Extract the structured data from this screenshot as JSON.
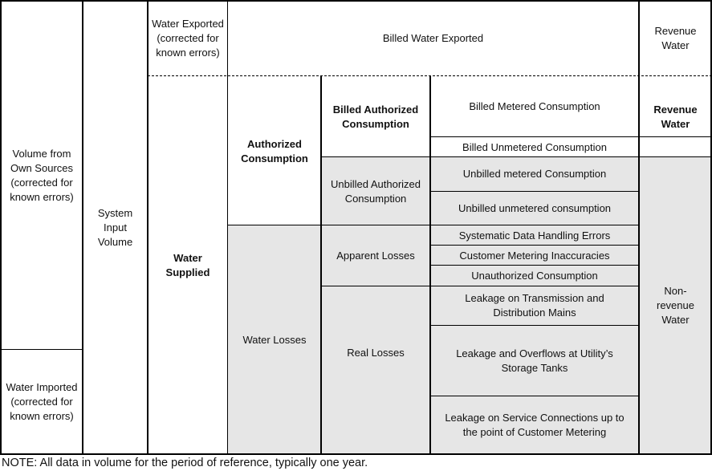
{
  "col1": {
    "own_sources": "Volume from Own Sources (corrected for known errors)",
    "imported": "Water Imported (corrected for known errors)"
  },
  "col2": {
    "system_input": "System Input Volume"
  },
  "col3": {
    "exported": "Water Exported (corrected for known errors)",
    "supplied": "Water Supplied"
  },
  "billed_exported": "Billed Water Exported",
  "col4": {
    "authorized": "Authorized Consumption",
    "losses": "Water Losses"
  },
  "col5": {
    "billed_authorized": "Billed Authorized Consumption",
    "unbilled_authorized": "Unbilled Authorized Consumption",
    "apparent_losses": "Apparent Losses",
    "real_losses": "Real Losses"
  },
  "col6": {
    "billed_metered": "Billed Metered Consumption",
    "billed_unmetered": "Billed Unmetered Consumption",
    "unbilled_metered": "Unbilled metered Consumption",
    "unbilled_unmetered": "Unbilled unmetered consumption",
    "systematic_errors": "Systematic Data Handling Errors",
    "metering_inaccuracies": "Customer Metering Inaccuracies",
    "unauthorized": "Unauthorized Consumption",
    "leak_mains": "Leakage on Transmission and Distribution Mains",
    "leak_storage": "Leakage and Overflows at Utility’s Storage Tanks",
    "leak_service": "Leakage on Service Connections up to the point of Customer Metering"
  },
  "col7": {
    "revenue_top": "Revenue Water",
    "revenue": "Revenue Water",
    "non_revenue": "Non-revenue Water"
  },
  "note": "NOTE: All data in volume for the period of reference, typically one year.",
  "colors": {
    "shade": "#e6e6e6",
    "line": "#000000"
  }
}
